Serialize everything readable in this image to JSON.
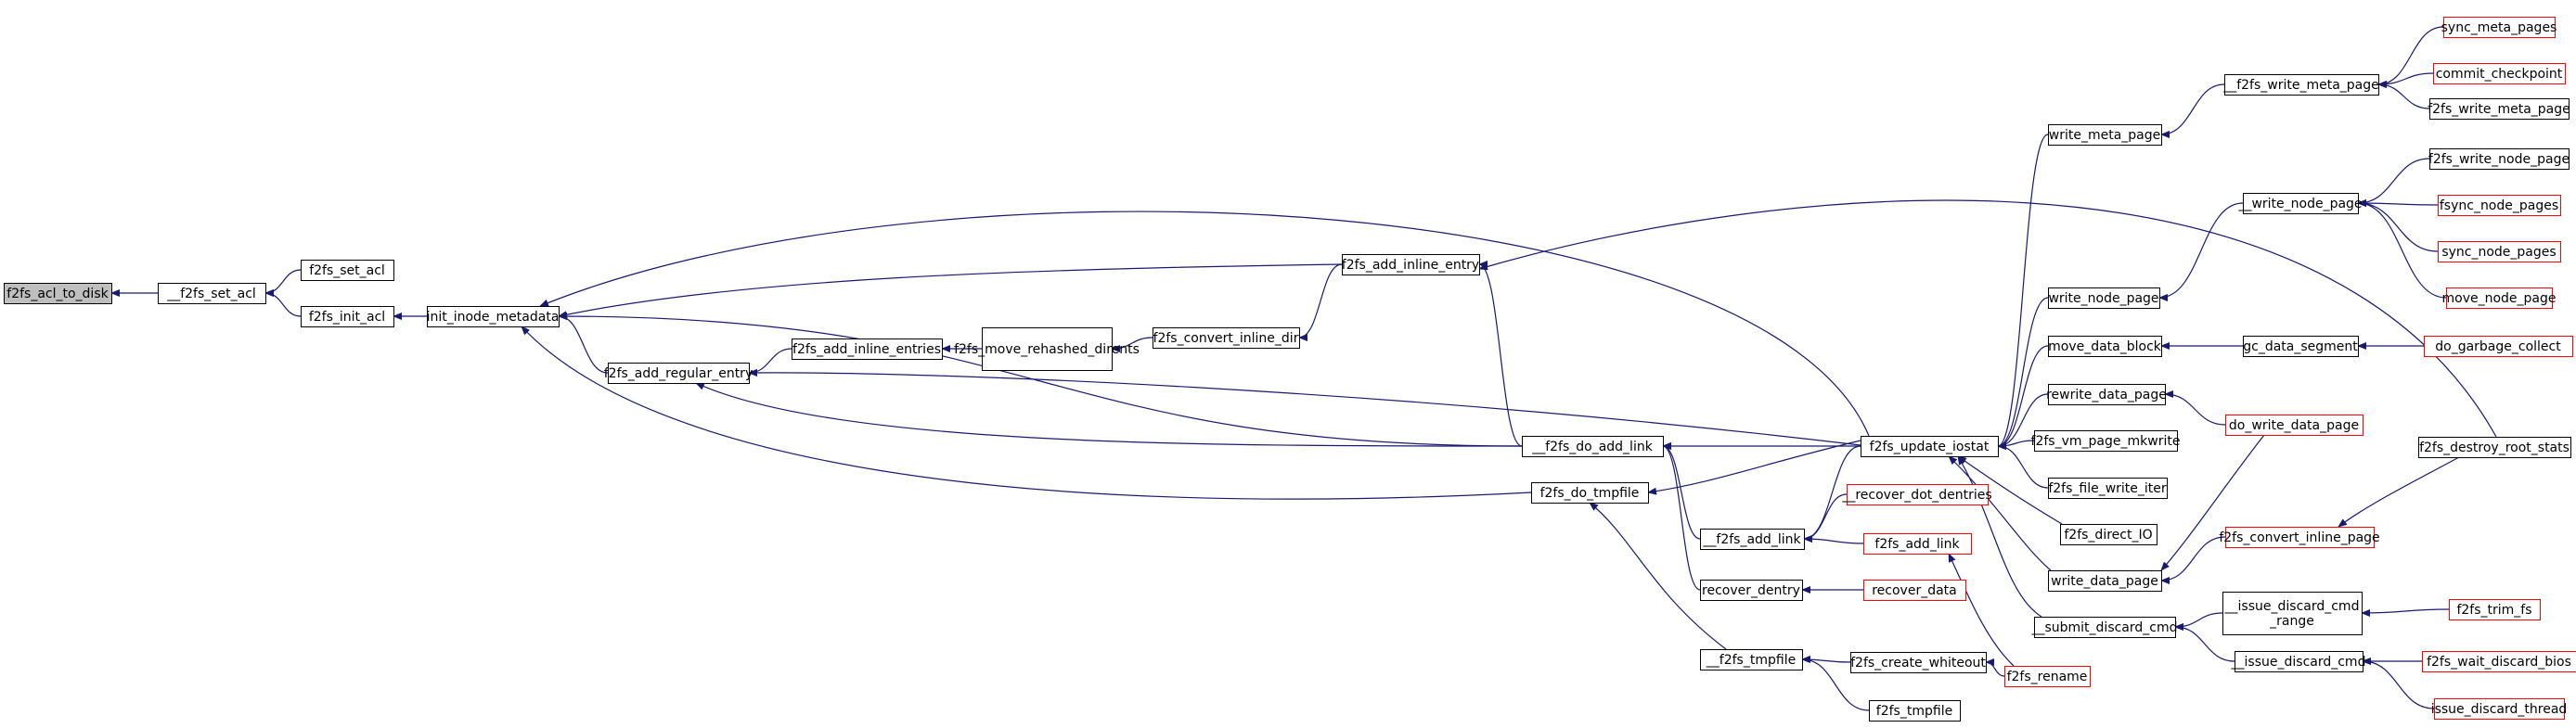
{
  "graph": {
    "nodes": [
      {
        "id": "n0",
        "label": "f2fs_acl_to_disk",
        "style": "root"
      },
      {
        "id": "n1",
        "label": "__f2fs_set_acl",
        "style": "normal"
      },
      {
        "id": "n2",
        "label": "f2fs_set_acl",
        "style": "normal"
      },
      {
        "id": "n3",
        "label": "f2fs_init_acl",
        "style": "normal"
      },
      {
        "id": "n4",
        "label": "init_inode_metadata",
        "style": "normal"
      },
      {
        "id": "n5",
        "label": "f2fs_add_regular_entry",
        "style": "normal"
      },
      {
        "id": "n6",
        "label": "f2fs_add_inline_entries",
        "style": "normal"
      },
      {
        "id": "n7",
        "label": "f2fs_move_rehashed_dirents",
        "style": "normal"
      },
      {
        "id": "n8",
        "label": "f2fs_convert_inline_dir",
        "style": "normal"
      },
      {
        "id": "n9",
        "label": "f2fs_add_inline_entry",
        "style": "normal"
      },
      {
        "id": "n10",
        "label": "__f2fs_do_add_link",
        "style": "normal"
      },
      {
        "id": "n11",
        "label": "f2fs_do_tmpfile",
        "style": "normal"
      },
      {
        "id": "n12",
        "label": "__f2fs_add_link",
        "style": "normal"
      },
      {
        "id": "n13",
        "label": "recover_dentry",
        "style": "normal"
      },
      {
        "id": "n14",
        "label": "__f2fs_tmpfile",
        "style": "normal"
      },
      {
        "id": "n15",
        "label": "f2fs_update_iostat",
        "style": "normal"
      },
      {
        "id": "n16",
        "label": "__recover_dot_dentries",
        "style": "red"
      },
      {
        "id": "n17",
        "label": "f2fs_add_link",
        "style": "red"
      },
      {
        "id": "n18",
        "label": "recover_data",
        "style": "red"
      },
      {
        "id": "n19",
        "label": "f2fs_create_whiteout",
        "style": "normal"
      },
      {
        "id": "n20",
        "label": "f2fs_tmpfile",
        "style": "normal"
      },
      {
        "id": "n21",
        "label": "f2fs_rename",
        "style": "red"
      },
      {
        "id": "n22",
        "label": "write_meta_page",
        "style": "normal"
      },
      {
        "id": "n23",
        "label": "write_node_page",
        "style": "normal"
      },
      {
        "id": "n24",
        "label": "move_data_block",
        "style": "normal"
      },
      {
        "id": "n25",
        "label": "rewrite_data_page",
        "style": "normal"
      },
      {
        "id": "n26",
        "label": "f2fs_vm_page_mkwrite",
        "style": "normal"
      },
      {
        "id": "n27",
        "label": "f2fs_file_write_iter",
        "style": "normal"
      },
      {
        "id": "n28",
        "label": "f2fs_direct_IO",
        "style": "normal"
      },
      {
        "id": "n29",
        "label": "write_data_page",
        "style": "normal"
      },
      {
        "id": "n30",
        "label": "__submit_discard_cmd",
        "style": "normal"
      },
      {
        "id": "n31",
        "label": "__f2fs_write_meta_page",
        "style": "normal"
      },
      {
        "id": "n32",
        "label": "sync_meta_pages",
        "style": "red"
      },
      {
        "id": "n33",
        "label": "commit_checkpoint",
        "style": "red"
      },
      {
        "id": "n34",
        "label": "f2fs_write_meta_page",
        "style": "normal"
      },
      {
        "id": "n35",
        "label": "__write_node_page",
        "style": "normal"
      },
      {
        "id": "n36",
        "label": "f2fs_write_node_page",
        "style": "normal"
      },
      {
        "id": "n37",
        "label": "fsync_node_pages",
        "style": "red"
      },
      {
        "id": "n38",
        "label": "sync_node_pages",
        "style": "red"
      },
      {
        "id": "n39",
        "label": "move_node_page",
        "style": "red"
      },
      {
        "id": "n40",
        "label": "gc_data_segment",
        "style": "normal"
      },
      {
        "id": "n41",
        "label": "do_garbage_collect",
        "style": "red"
      },
      {
        "id": "n42",
        "label": "do_write_data_page",
        "style": "red"
      },
      {
        "id": "n43",
        "label": "f2fs_destroy_root_stats",
        "style": "normal"
      },
      {
        "id": "n44",
        "label": "f2fs_convert_inline_page",
        "style": "red"
      },
      {
        "id": "n45",
        "label": "__issue_discard_cmd\n_range",
        "style": "normal"
      },
      {
        "id": "n46",
        "label": "f2fs_trim_fs",
        "style": "red"
      },
      {
        "id": "n47",
        "label": "__issue_discard_cmd",
        "style": "normal"
      },
      {
        "id": "n48",
        "label": "f2fs_wait_discard_bios",
        "style": "red"
      },
      {
        "id": "n49",
        "label": "issue_discard_thread",
        "style": "red"
      }
    ],
    "edges": [
      [
        "n1",
        "n0"
      ],
      [
        "n2",
        "n1"
      ],
      [
        "n3",
        "n1"
      ],
      [
        "n4",
        "n3"
      ],
      [
        "n5",
        "n4"
      ],
      [
        "n9",
        "n4"
      ],
      [
        "n10",
        "n4"
      ],
      [
        "n11",
        "n4"
      ],
      [
        "n15",
        "n4"
      ],
      [
        "n6",
        "n5"
      ],
      [
        "n10",
        "n5"
      ],
      [
        "n15",
        "n5"
      ],
      [
        "n7",
        "n6"
      ],
      [
        "n8",
        "n7"
      ],
      [
        "n9",
        "n8"
      ],
      [
        "n10",
        "n9"
      ],
      [
        "n43",
        "n9"
      ],
      [
        "n12",
        "n10"
      ],
      [
        "n13",
        "n10"
      ],
      [
        "n15",
        "n10"
      ],
      [
        "n14",
        "n11"
      ],
      [
        "n15",
        "n11"
      ],
      [
        "n15",
        "n12"
      ],
      [
        "n16",
        "n12"
      ],
      [
        "n17",
        "n12"
      ],
      [
        "n18",
        "n13"
      ],
      [
        "n19",
        "n14"
      ],
      [
        "n20",
        "n14"
      ],
      [
        "n21",
        "n17"
      ],
      [
        "n21",
        "n19"
      ],
      [
        "n22",
        "n15"
      ],
      [
        "n23",
        "n15"
      ],
      [
        "n24",
        "n15"
      ],
      [
        "n25",
        "n15"
      ],
      [
        "n26",
        "n15"
      ],
      [
        "n27",
        "n15"
      ],
      [
        "n28",
        "n15"
      ],
      [
        "n29",
        "n15"
      ],
      [
        "n30",
        "n15"
      ],
      [
        "n31",
        "n22"
      ],
      [
        "n32",
        "n31"
      ],
      [
        "n33",
        "n31"
      ],
      [
        "n34",
        "n31"
      ],
      [
        "n35",
        "n23"
      ],
      [
        "n36",
        "n35"
      ],
      [
        "n37",
        "n35"
      ],
      [
        "n38",
        "n35"
      ],
      [
        "n39",
        "n35"
      ],
      [
        "n40",
        "n24"
      ],
      [
        "n41",
        "n40"
      ],
      [
        "n42",
        "n25"
      ],
      [
        "n42",
        "n29"
      ],
      [
        "n44",
        "n29"
      ],
      [
        "n43",
        "n44"
      ],
      [
        "n45",
        "n30"
      ],
      [
        "n47",
        "n30"
      ],
      [
        "n46",
        "n45"
      ],
      [
        "n48",
        "n47"
      ],
      [
        "n49",
        "n47"
      ]
    ],
    "colors": {
      "edge": "#191970",
      "normal_border": "#000000",
      "red_border": "#ff0000",
      "root_fill": "#bfbfbf",
      "text": "#000000"
    }
  }
}
